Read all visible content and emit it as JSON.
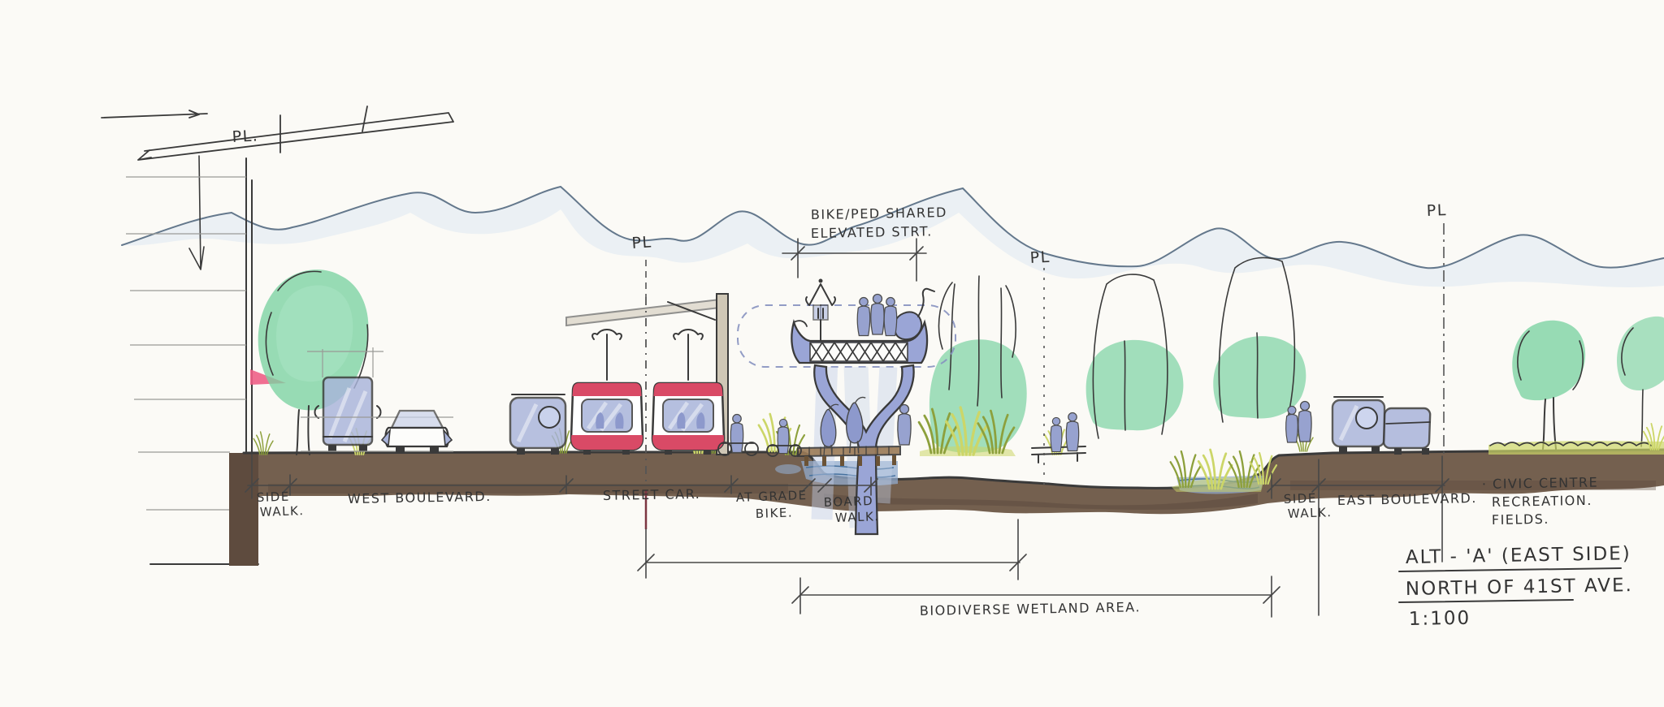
{
  "title_block": {
    "line1": "ALT - 'A'  (EAST SIDE)",
    "line2": "NORTH OF 41ST AVE.",
    "line3": "1:100"
  },
  "annotations": {
    "elevated": {
      "line1": "BIKE/PED SHARED",
      "line2": "ELEVATED STRT."
    },
    "civic": {
      "line1": "· CIVIC CENTRE",
      "line2": "RECREATION.",
      "line3": "FIELDS."
    },
    "biodiverse_wetland": "BIODIVERSE  WETLAND  AREA."
  },
  "zones": {
    "side_walk_west": {
      "line1": "SIDE",
      "line2": "WALK."
    },
    "west_boulevard": "WEST  BOULEVARD.",
    "street_car": "STREET CAR.",
    "at_grade_bike": {
      "line1": "AT GRADE",
      "line2": "BIKE."
    },
    "board_walk": {
      "line1": "BOARD",
      "line2": "WALK."
    },
    "side_walk_east": {
      "line1": "SIDE",
      "line2": "WALK."
    },
    "east_boulevard": "EAST  BOULEVARD."
  },
  "pl": {
    "top_left": "PL.",
    "streetcar": "PL",
    "wetland": "PL",
    "east": "PL"
  },
  "colors": {
    "paper": "#fbfaf6",
    "ink": "#3a3a3a",
    "mountain": "#64788c",
    "sky_wash": "#d7e5f1",
    "tree_green": "#7bd2a2",
    "tree_green_light": "#abe5c6",
    "grass_yellow": "#ccd668",
    "grass_olive": "#8da03c",
    "ground_brown": "#74604f",
    "ground_dark": "#3c2e24",
    "water_blue": "#92abcd",
    "vehicle_blue": "#a9b4da",
    "platform_blue": "#9aa5d6",
    "people_blue": "#97a2cf",
    "tram_red": "#d94a66",
    "pink_marker": "#ee5f87",
    "canopy_beige": "#cfc7b6",
    "maroon": "#7c3642"
  }
}
